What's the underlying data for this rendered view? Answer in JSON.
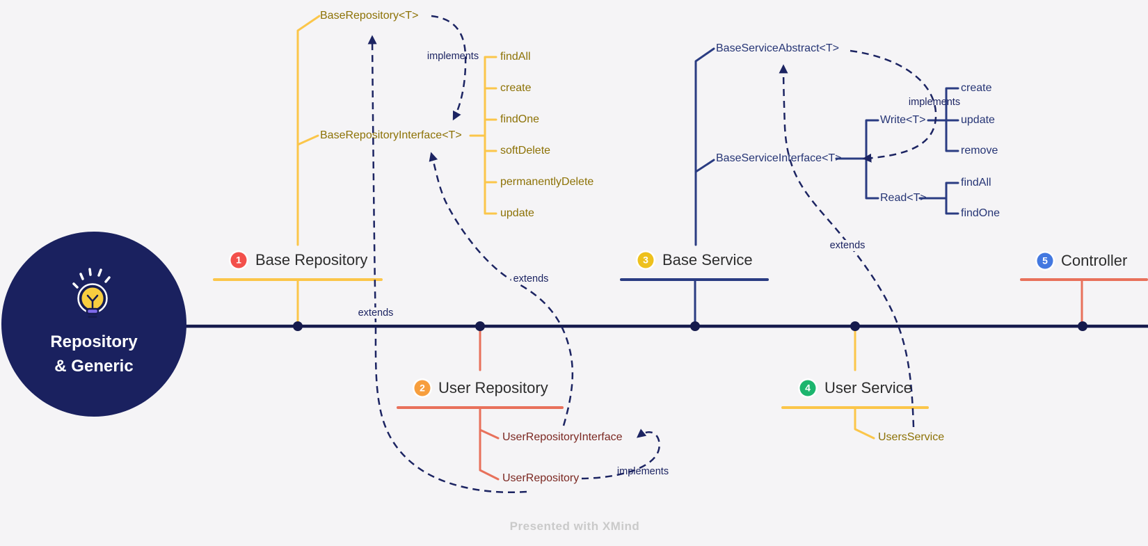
{
  "central_topic": {
    "line1": "Repository",
    "line2": "& Generic",
    "icon": "lightbulb-icon",
    "bg_color": "#1a215f",
    "text_color": "#ffffff"
  },
  "main_topics": [
    {
      "num": "1",
      "label": "Base Repository",
      "badge_color": "#f3504b",
      "branch_color": "#fbc64a",
      "side": "top"
    },
    {
      "num": "2",
      "label": "User Repository",
      "badge_color": "#f79e3d",
      "branch_color": "#e8715b",
      "side": "bottom"
    },
    {
      "num": "3",
      "label": "Base Service",
      "badge_color": "#eec11d",
      "branch_color": "#2a3c82",
      "side": "top"
    },
    {
      "num": "4",
      "label": "User Service",
      "badge_color": "#1cb56e",
      "branch_color": "#fbc64a",
      "side": "bottom"
    },
    {
      "num": "5",
      "label": "Controller",
      "badge_color": "#4378e0",
      "branch_color": "#e8715b",
      "side": "top"
    }
  ],
  "base_repository_branch": {
    "class_name": "BaseRepository<T>",
    "interface_name": "BaseRepositoryInterface<T>",
    "methods": [
      "findAll",
      "create",
      "findOne",
      "softDelete",
      "permanentlyDelete",
      "update"
    ],
    "text_color": "#8d7206"
  },
  "base_service_branch": {
    "abstract_name": "BaseServiceAbstract<T>",
    "interface_name": "BaseServiceInterface<T>",
    "write_name": "Write<T>",
    "write_methods": [
      "create",
      "update",
      "remove"
    ],
    "read_name": "Read<T>",
    "read_methods": [
      "findAll",
      "findOne"
    ],
    "text_color": "#263575"
  },
  "user_repository_branch": {
    "interface_name": "UserRepositoryInterface",
    "class_name": "UserRepository",
    "text_color": "#7b2822"
  },
  "user_service_branch": {
    "class_name": "UsersService",
    "text_color": "#8d7206"
  },
  "relationships": [
    {
      "label": "implements",
      "from": "BaseRepository<T>",
      "to": "BaseRepositoryInterface<T>"
    },
    {
      "label": "extends",
      "from": "UserRepository",
      "to": "BaseRepository<T>"
    },
    {
      "label": "extends",
      "from": "UserRepositoryInterface",
      "to": "BaseRepositoryInterface<T>"
    },
    {
      "label": "implements",
      "from": "BaseServiceAbstract<T>",
      "to": "BaseServiceInterface<T>"
    },
    {
      "label": "extends",
      "from": "UsersService",
      "to": "BaseServiceAbstract<T>"
    },
    {
      "label": "implements",
      "from": "UserRepository",
      "to": "UserRepositoryInterface"
    }
  ],
  "footer": {
    "text": "Presented with XMind"
  },
  "colors": {
    "background": "#f5f4f6",
    "timeline": "#161b4d",
    "relationship_dash": "#1c2462",
    "yellow_branch": "#fbc64a",
    "coral_branch": "#e8715b",
    "navy_branch": "#2a3c82",
    "olive_text": "#8d7206",
    "navy_text": "#263575",
    "dark_red_text": "#7b2822",
    "watermark": "#cacaca"
  }
}
